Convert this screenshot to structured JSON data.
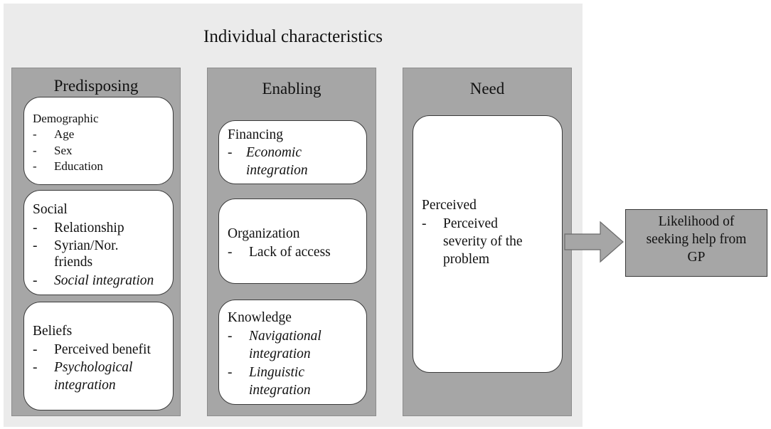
{
  "diagram": {
    "title": "Individual characteristics",
    "columns": {
      "predisposing": {
        "label": "Predisposing",
        "demographic": {
          "title": "Demographic",
          "items": [
            "Age",
            "Sex",
            "Education"
          ]
        },
        "social": {
          "title": "Social",
          "items": [
            "Relationship",
            "Syrian/Nor.",
            "friends",
            "Social integration"
          ]
        },
        "beliefs": {
          "title": "Beliefs",
          "items": [
            "Perceived benefit",
            "Psychological",
            "integration"
          ]
        }
      },
      "enabling": {
        "label": "Enabling",
        "financing": {
          "title": "Financing",
          "items": [
            "Economic",
            "integration"
          ]
        },
        "organization": {
          "title": "Organization",
          "items": [
            "Lack of access"
          ]
        },
        "knowledge": {
          "title": "Knowledge",
          "items": [
            "Navigational",
            "integration",
            "Linguistic",
            "integration"
          ]
        }
      },
      "need": {
        "label": "Need",
        "perceived": {
          "title": "Perceived",
          "items": [
            "Perceived",
            "severity of the",
            "problem"
          ]
        }
      }
    },
    "dash": "-",
    "outcome": {
      "lines": [
        "Likelihood of",
        "seeking help from",
        "GP"
      ]
    },
    "colors": {
      "outer_bg": "#ebebeb",
      "column_bg": "#a6a6a6",
      "box_bg": "#ffffff",
      "border": "#3a3a3a"
    }
  }
}
